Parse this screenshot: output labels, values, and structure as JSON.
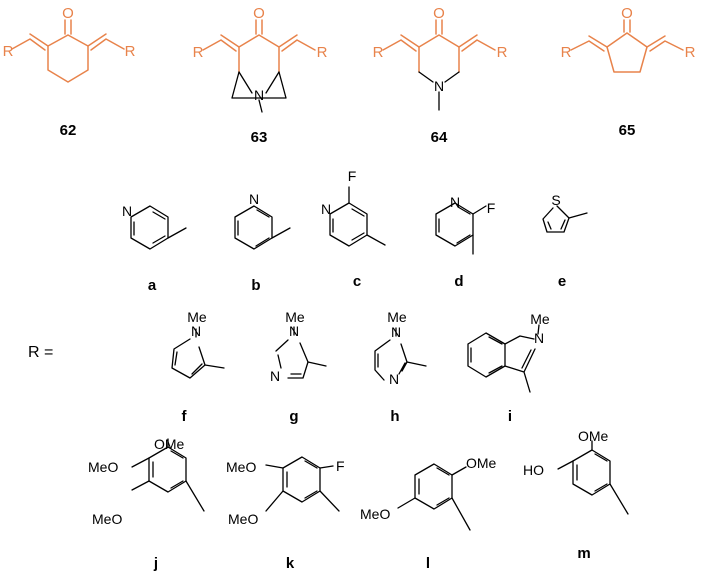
{
  "colors": {
    "accent": "#E8834B",
    "ink": "#000000",
    "background": "#ffffff"
  },
  "compounds": [
    {
      "id": "62",
      "substituent": "R",
      "carbonyl": "O"
    },
    {
      "id": "63",
      "substituent": "R",
      "carbonyl": "O",
      "nitrogen": "N"
    },
    {
      "id": "64",
      "substituent": "R",
      "carbonyl": "O",
      "nitrogen": "N"
    },
    {
      "id": "65",
      "substituent": "R",
      "carbonyl": "O"
    }
  ],
  "r_label": "R =",
  "substituents": [
    {
      "id": "a",
      "atoms": [
        "N"
      ]
    },
    {
      "id": "b",
      "atoms": [
        "N"
      ]
    },
    {
      "id": "c",
      "atoms": [
        "F",
        "N"
      ]
    },
    {
      "id": "d",
      "atoms": [
        "N",
        "F"
      ]
    },
    {
      "id": "e",
      "atoms": [
        "S"
      ]
    },
    {
      "id": "f",
      "atoms": [
        "Me",
        "N"
      ]
    },
    {
      "id": "g",
      "atoms": [
        "Me",
        "N",
        "N"
      ]
    },
    {
      "id": "h",
      "atoms": [
        "Me",
        "N",
        "N"
      ]
    },
    {
      "id": "i",
      "atoms": [
        "Me",
        "N"
      ]
    },
    {
      "id": "j",
      "atoms": [
        "OMe",
        "MeO",
        "MeO"
      ]
    },
    {
      "id": "k",
      "atoms": [
        "MeO",
        "F",
        "MeO"
      ]
    },
    {
      "id": "l",
      "atoms": [
        "OMe",
        "MeO"
      ]
    },
    {
      "id": "m",
      "atoms": [
        "OMe",
        "HO"
      ]
    }
  ]
}
